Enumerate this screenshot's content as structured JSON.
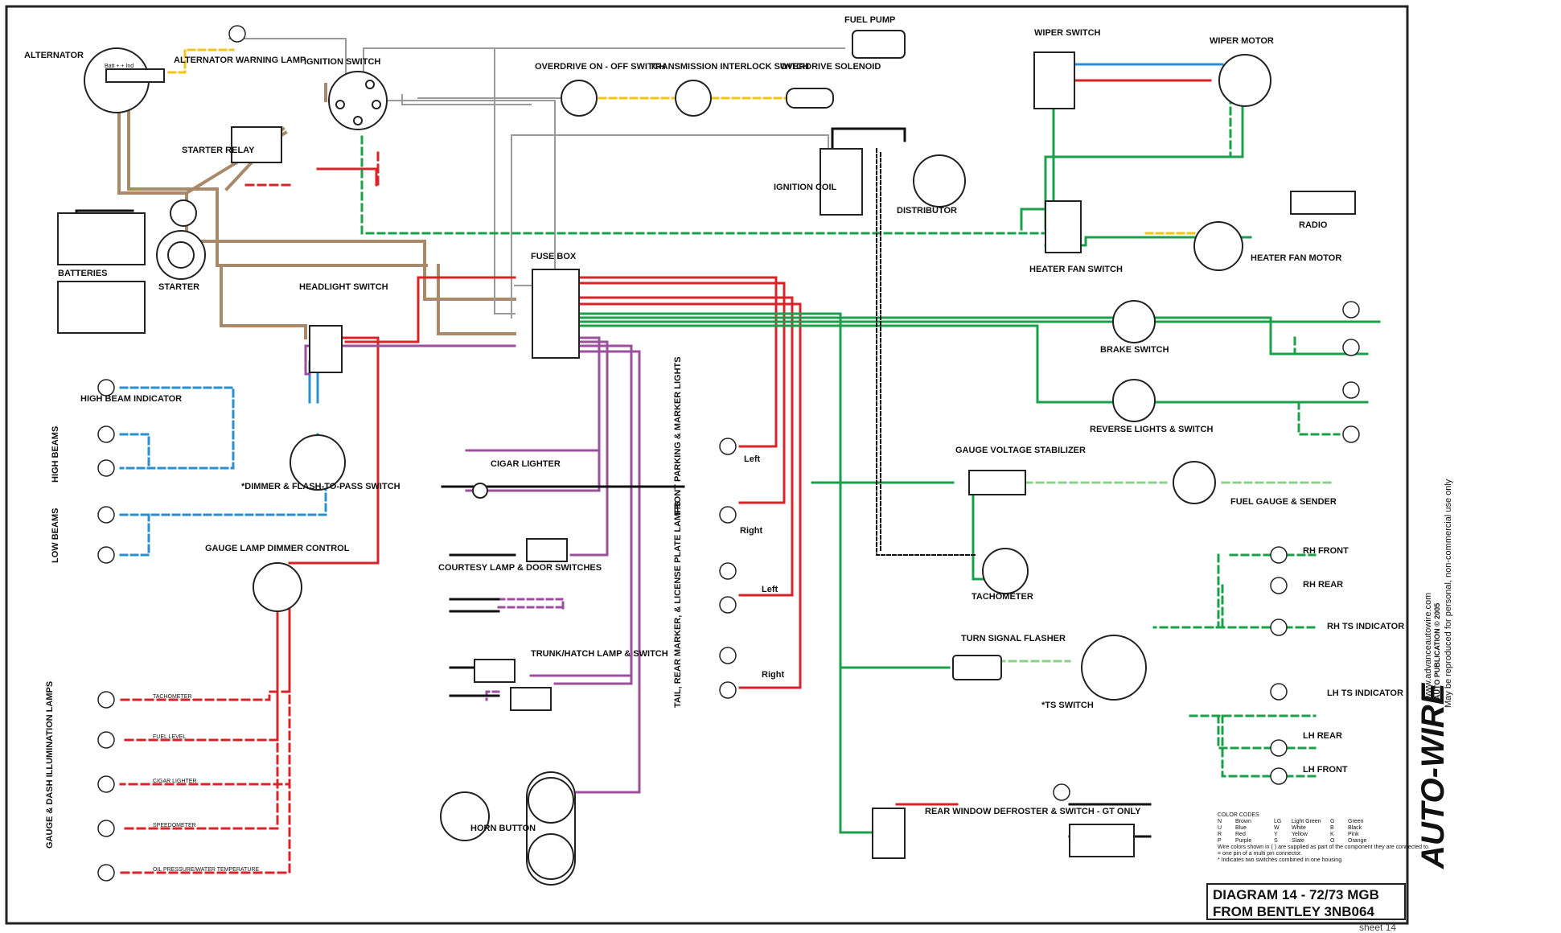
{
  "diagram_title": "DIAGRAM 14 - 72/73 MGB",
  "diagram_subtitle": "FROM BENTLEY 3NB064",
  "sheet": "sheet 14",
  "side_text": {
    "url": "www.advanceautowire.com",
    "pub": "AUTO PUBLICATION © 2005",
    "license": "May be reproduced for personal, non-commercial use only",
    "brand": "AUTO-WIRE"
  },
  "components": {
    "alternator": "ALTERNATOR",
    "alt_terms": "Batt + + Ind",
    "alt_lamp": "ALTERNATOR WARNING LAMP",
    "ignition_switch": "IGNITION SWITCH",
    "starter_relay": "STARTER RELAY",
    "batteries": "BATTERIES",
    "starter": "STARTER",
    "headlight_switch": "HEADLIGHT SWITCH",
    "high_beam_ind": "HIGH BEAM INDICATOR",
    "dimmer_switch": "*DIMMER & FLASH-TO-PASS SWITCH",
    "gauge_dimmer": "GAUGE LAMP DIMMER CONTROL",
    "fuel_pump": "FUEL PUMP",
    "overdrive_switch": "OVERDRIVE ON - OFF SWITCH",
    "trans_interlock": "TRANSMISSION INTERLOCK SWITCH",
    "overdrive_solenoid": "OVERDRIVE SOLENOID",
    "ignition_coil": "IGNITION COIL",
    "distributor": "DISTRIBUTOR",
    "wiper_switch": "WIPER SWITCH",
    "wiper_motor": "WIPER MOTOR",
    "radio": "RADIO",
    "heater_fan_switch": "HEATER FAN SWITCH",
    "heater_fan_motor": "HEATER FAN MOTOR",
    "fuse_box": "FUSE BOX",
    "brake_switch": "BRAKE SWITCH",
    "reverse_switch": "REVERSE LIGHTS & SWITCH",
    "gauge_stabilizer": "GAUGE VOLTAGE STABILIZER",
    "fuel_gauge": "FUEL GAUGE & SENDER",
    "tachometer": "TACHOMETER",
    "turn_flasher": "TURN SIGNAL FLASHER",
    "ts_switch": "*TS SWITCH",
    "cigar_lighter": "CIGAR LIGHTER",
    "courtesy_lamp": "COURTESY LAMP & DOOR SWITCHES",
    "trunk_lamp": "TRUNK/HATCH LAMP & SWITCH",
    "horn_button": "HORN BUTTON",
    "rear_defroster": "REAR WINDOW DEFROSTER & SWITCH - GT ONLY",
    "rh_front": "RH FRONT",
    "rh_rear": "RH REAR",
    "rh_ts": "RH TS INDICATOR",
    "lh_ts": "LH TS INDICATOR",
    "lh_rear": "LH REAR",
    "lh_front": "LH FRONT",
    "left": "Left",
    "right": "Right",
    "high_beams": "HIGH BEAMS",
    "low_beams": "LOW BEAMS",
    "gauge_dash": "GAUGE & DASH ILLUMINATION LAMPS",
    "front_parking": "FRONT PARKING & MARKER LIGHTS",
    "tail_rear": "TAIL, REAR MARKER, & LICENSE PLATE LAMPS",
    "tach_lamp": "TACHOMETER",
    "fuel_lamp": "FUEL LEVEL",
    "cigar_lamp": "CIGAR LIGHTER",
    "speedo_lamp": "SPEEDOMETER",
    "oil_lamp": "OIL PRESSURE/WATER TEMPERATURE"
  },
  "legend": {
    "heading": "COLOR CODES",
    "rows": [
      [
        "N",
        "Brown",
        "LG",
        "Light Green",
        "G",
        "Green"
      ],
      [
        "U",
        "Blue",
        "W",
        "White",
        "B",
        "Black"
      ],
      [
        "R",
        "Red",
        "Y",
        "Yellow",
        "K",
        "Pink"
      ],
      [
        "P",
        "Purple",
        "S",
        "Slate",
        "O",
        "Orange"
      ]
    ],
    "notes": [
      "Wire colors shown in ( ) are supplied as part of the component they are connected to.",
      "= one pin of a multi pin connector.",
      "* Indicates two switches combined in one housing"
    ]
  },
  "colors": {
    "brown": "#a8896a",
    "red": "#d8232a",
    "green": "#1aa04a",
    "blue": "#2a8fd0",
    "purple": "#9b4f9e",
    "black": "#111111",
    "grey": "#9a9a9a",
    "yellow": "#f2c419"
  }
}
